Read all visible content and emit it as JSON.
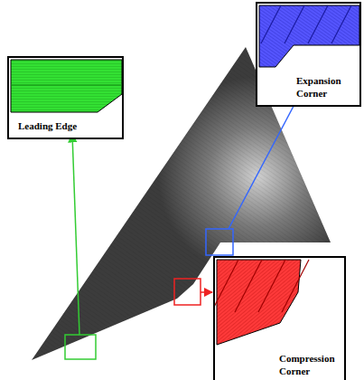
{
  "diagram": {
    "nodes": [
      {
        "text": [
          "Leading Edge"
        ]
      },
      {
        "text": [
          "Expansion Corner"
        ]
      },
      {
        "text": [
          "Compression Corner"
        ]
      }
    ]
  }
}
